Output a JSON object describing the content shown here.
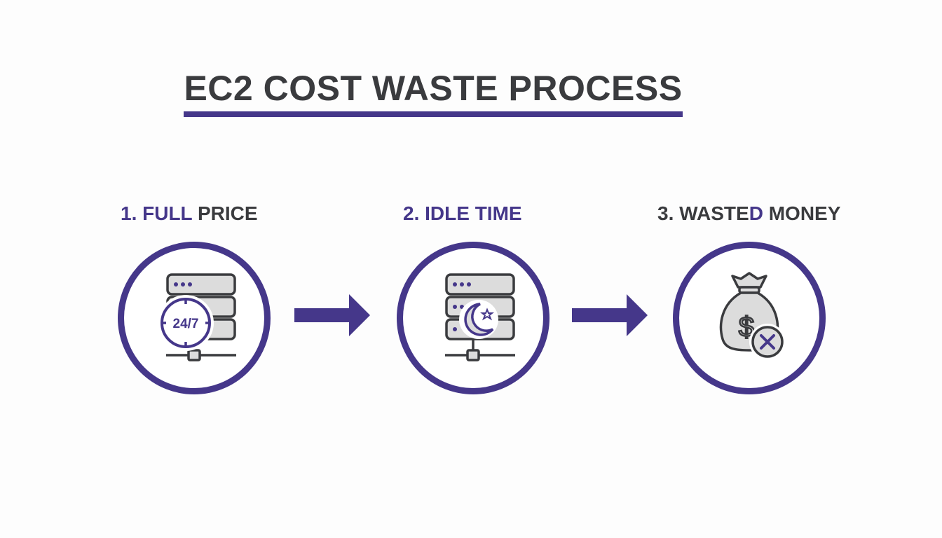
{
  "title": "EC2 COST WASTE PROCESS",
  "colors": {
    "accent": "#45378a",
    "text": "#3a3b3e",
    "icon_fill": "#dcdcdc"
  },
  "steps": [
    {
      "number": "1.",
      "label_parts": [
        {
          "text": "1. FULL ",
          "color": "purple"
        },
        {
          "text": "PRICE",
          "color": "dark"
        }
      ],
      "icon": "server-24-7-clock-icon",
      "badge_text": "24/7"
    },
    {
      "number": "2.",
      "label_parts": [
        {
          "text": "2. IDLE TIME",
          "color": "purple"
        }
      ],
      "icon": "server-moon-icon"
    },
    {
      "number": "3.",
      "label_parts": [
        {
          "text": "3. WASTE",
          "color": "dark"
        },
        {
          "text": "D",
          "color": "purple"
        },
        {
          "text": " MONEY",
          "color": "dark"
        }
      ],
      "icon": "money-bag-x-icon"
    }
  ],
  "labels": {
    "s1a": "1. FULL ",
    "s1b": "PRICE",
    "s2": "2. IDLE TIME",
    "s3a": "3. WASTE",
    "s3b": "D",
    "s3c": " MONEY",
    "badge": "24/7"
  }
}
